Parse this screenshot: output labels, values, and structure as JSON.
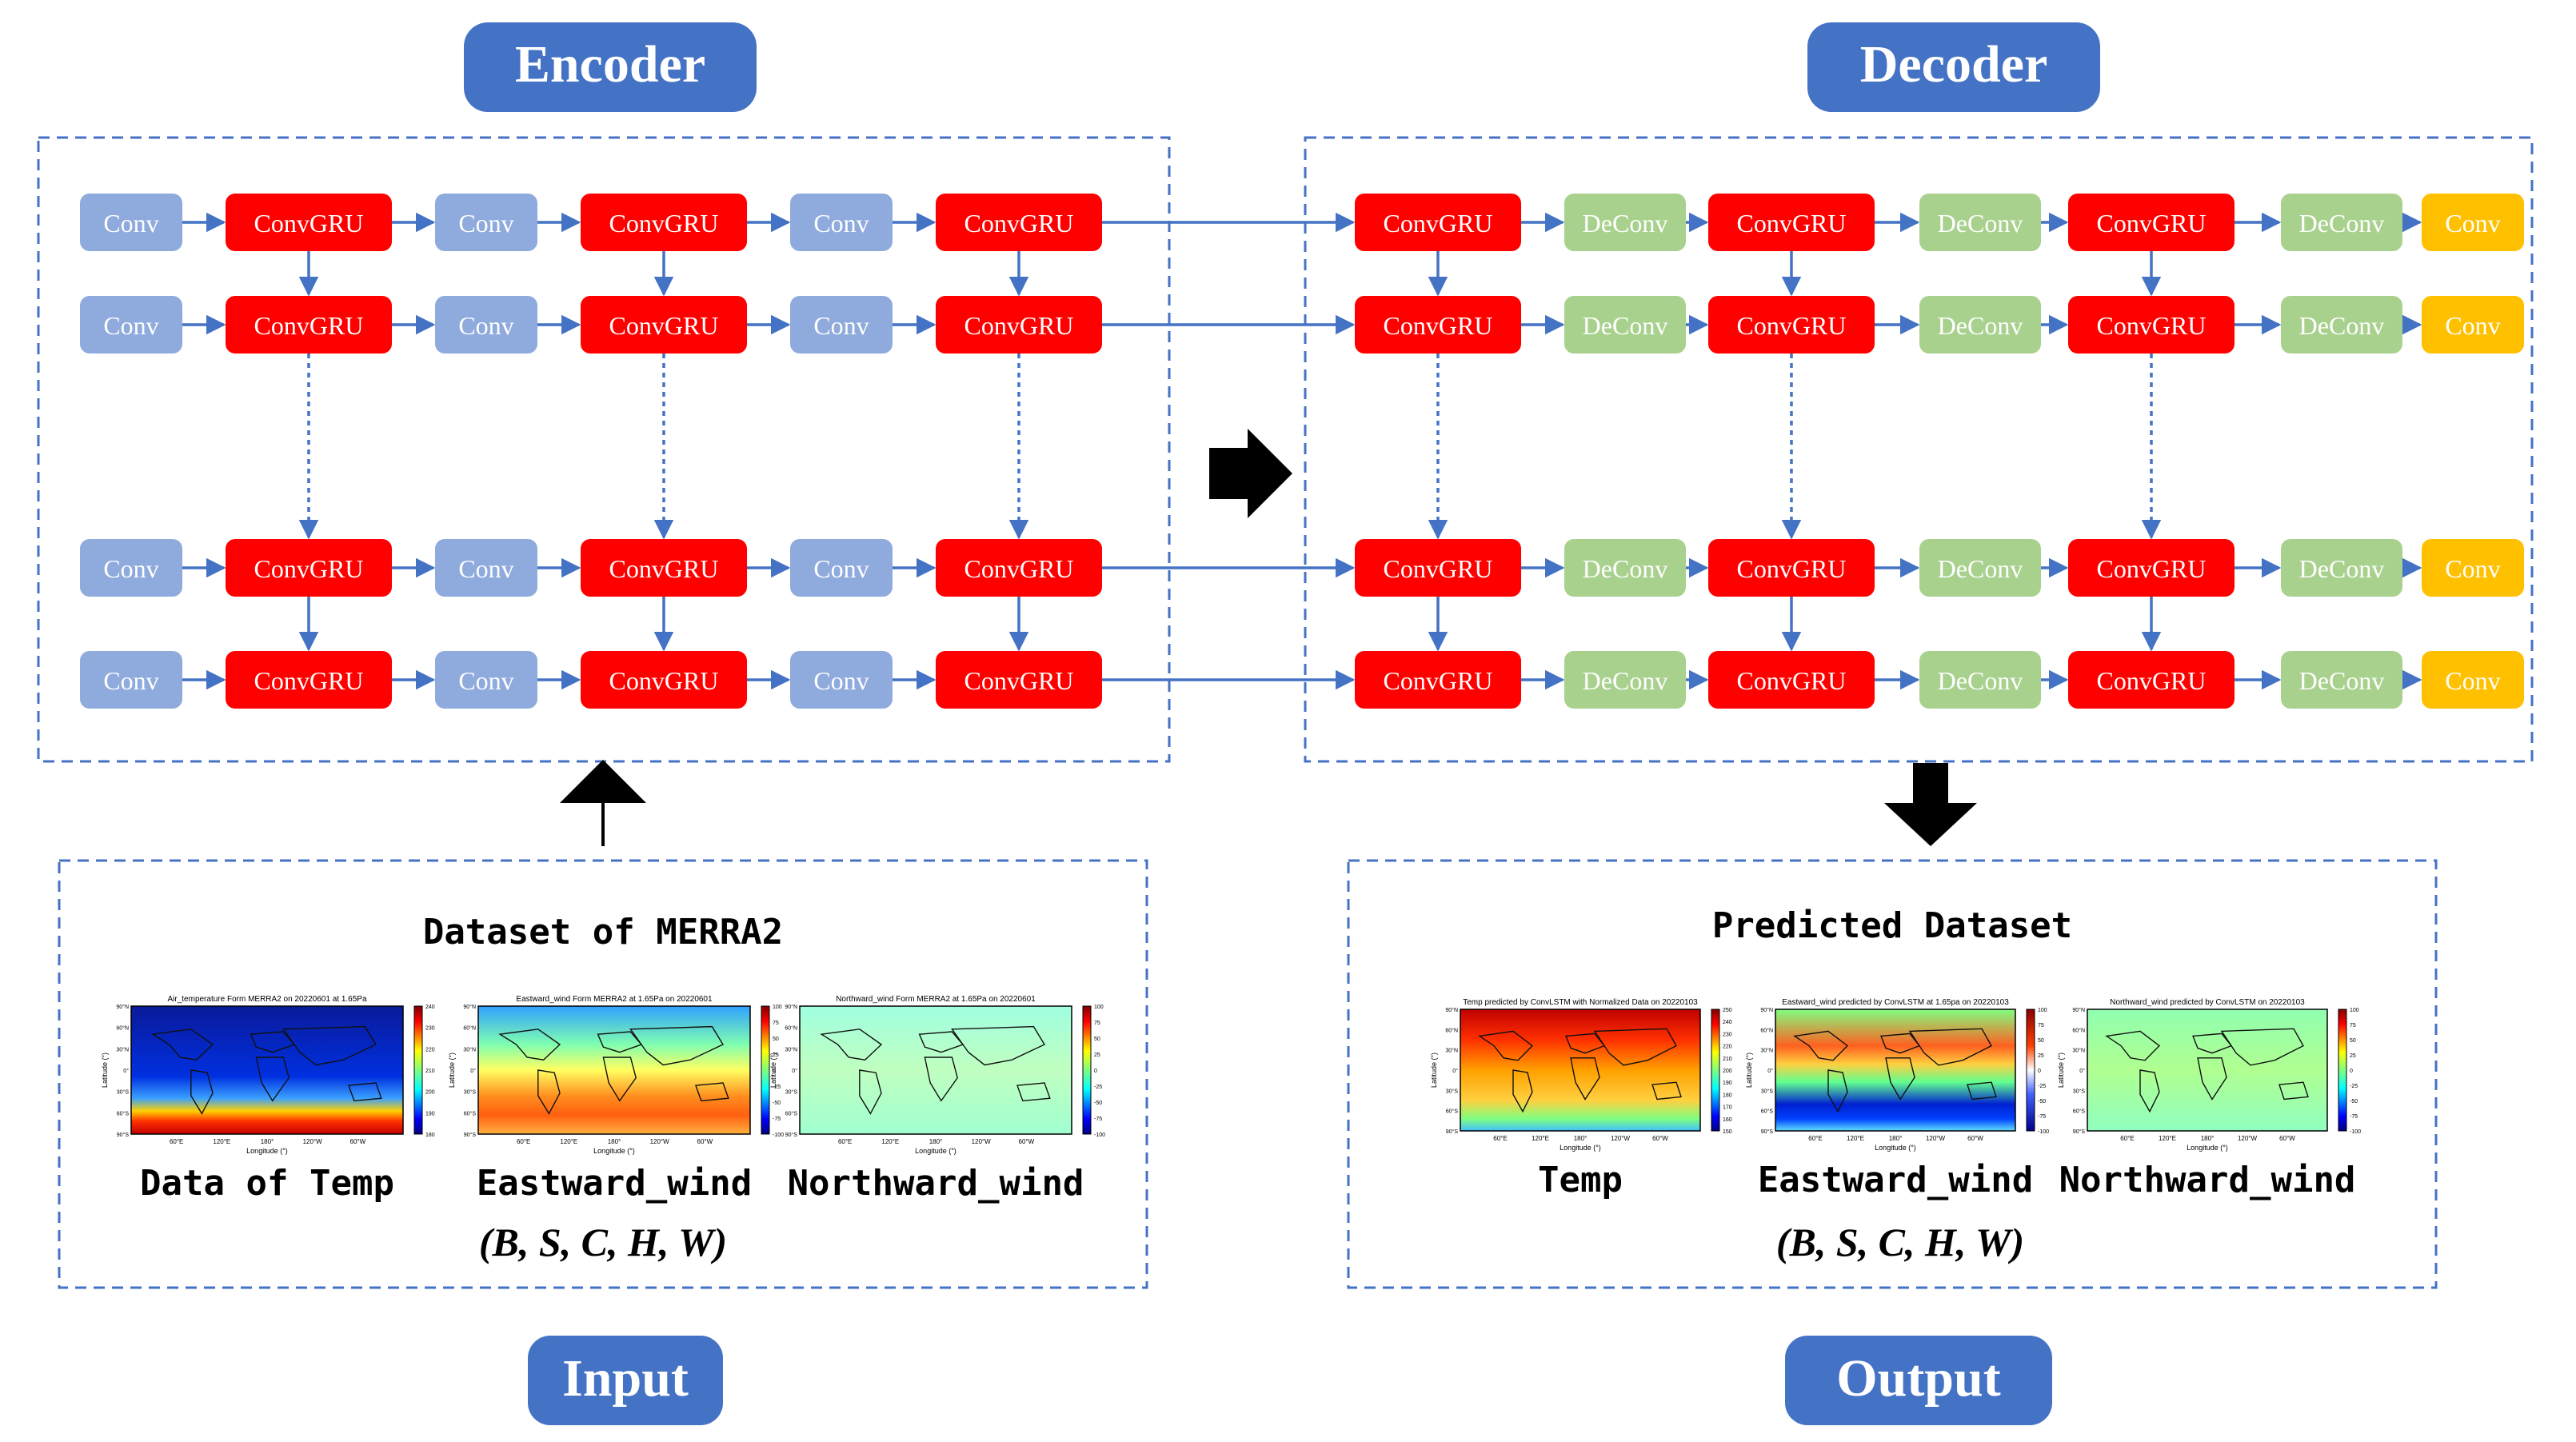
{
  "encoder": {
    "title": "Encoder",
    "rows": [
      [
        "Conv",
        "ConvGRU",
        "Conv",
        "ConvGRU",
        "Conv",
        "ConvGRU"
      ],
      [
        "Conv",
        "ConvGRU",
        "Conv",
        "ConvGRU",
        "Conv",
        "ConvGRU"
      ],
      [
        "Conv",
        "ConvGRU",
        "Conv",
        "ConvGRU",
        "Conv",
        "ConvGRU"
      ],
      [
        "Conv",
        "ConvGRU",
        "Conv",
        "ConvGRU",
        "Conv",
        "ConvGRU"
      ]
    ]
  },
  "decoder": {
    "title": "Decoder",
    "rows": [
      [
        "ConvGRU",
        "DeConv",
        "ConvGRU",
        "DeConv",
        "ConvGRU",
        "DeConv",
        "Conv"
      ],
      [
        "ConvGRU",
        "DeConv",
        "ConvGRU",
        "DeConv",
        "ConvGRU",
        "DeConv",
        "Conv"
      ],
      [
        "ConvGRU",
        "DeConv",
        "ConvGRU",
        "DeConv",
        "ConvGRU",
        "DeConv",
        "Conv"
      ],
      [
        "ConvGRU",
        "DeConv",
        "ConvGRU",
        "DeConv",
        "ConvGRU",
        "DeConv",
        "Conv"
      ]
    ]
  },
  "input": {
    "label": "Input",
    "heading": "Dataset of MERRA2",
    "maps": [
      {
        "caption": "Data of Temp",
        "plot_title": "Air_temperature Form MERRA2 on 20220601 at 1.65Pa",
        "x_axis_label": "Longitude (°)",
        "y_axis_label": "Latitude (°)",
        "x_ticks": [
          "60°E",
          "120°E",
          "180°",
          "120°W",
          "60°W"
        ],
        "y_ticks": [
          "90°N",
          "60°N",
          "30°N",
          "0°",
          "30°S",
          "60°S",
          "90°S"
        ],
        "colorbar_ticks": [
          "240",
          "230",
          "220",
          "210",
          "200",
          "190",
          "180"
        ]
      },
      {
        "caption": "Eastward_wind",
        "plot_title": "Eastward_wind Form MERRA2 at 1.65Pa on 20220601",
        "x_axis_label": "Longitude (°)",
        "y_axis_label": "Latitude (°)",
        "x_ticks": [
          "60°E",
          "120°E",
          "180°",
          "120°W",
          "60°W"
        ],
        "y_ticks": [
          "90°N",
          "60°N",
          "30°N",
          "0°",
          "30°S",
          "60°S",
          "90°S"
        ],
        "colorbar_ticks": [
          "100",
          "75",
          "50",
          "25",
          "0",
          "-25",
          "-50",
          "-75",
          "-100"
        ]
      },
      {
        "caption": "Northward_wind",
        "plot_title": "Northward_wind Form MERRA2 at 1.65Pa on 20220601",
        "x_axis_label": "Longitude (°)",
        "y_axis_label": "Latitude (°)",
        "x_ticks": [
          "60°E",
          "120°E",
          "180°",
          "120°W",
          "60°W"
        ],
        "y_ticks": [
          "90°N",
          "60°N",
          "30°N",
          "0°",
          "30°S",
          "60°S",
          "90°S"
        ],
        "colorbar_ticks": [
          "100",
          "75",
          "50",
          "25",
          "0",
          "-25",
          "-50",
          "-75",
          "-100"
        ]
      }
    ],
    "shape": "(B, S, C, H, W)"
  },
  "output": {
    "label": "Output",
    "heading": "Predicted Dataset",
    "maps": [
      {
        "caption": "Temp",
        "plot_title": "Temp predicted by ConvLSTM with Normalized Data on 20220103",
        "x_axis_label": "Longitude (°)",
        "y_axis_label": "Latitude (°)",
        "x_ticks": [
          "60°E",
          "120°E",
          "180°",
          "120°W",
          "60°W"
        ],
        "y_ticks": [
          "90°N",
          "60°N",
          "30°N",
          "0°",
          "30°S",
          "60°S",
          "90°S"
        ],
        "colorbar_ticks": [
          "250",
          "240",
          "230",
          "220",
          "210",
          "200",
          "190",
          "180",
          "170",
          "160",
          "150"
        ]
      },
      {
        "caption": "Eastward_wind",
        "plot_title": "Eastward_wind predicted by ConvLSTM at 1.65pa on 20220103",
        "x_axis_label": "Longitude (°)",
        "y_axis_label": "Latitude (°)",
        "x_ticks": [
          "60°E",
          "120°E",
          "180°",
          "120°W",
          "60°W"
        ],
        "y_ticks": [
          "90°N",
          "60°N",
          "30°N",
          "0°",
          "30°S",
          "60°S",
          "90°S"
        ],
        "colorbar_ticks": [
          "100",
          "75",
          "50",
          "25",
          "0",
          "-25",
          "-50",
          "-75",
          "-100"
        ]
      },
      {
        "caption": "Northward_wind",
        "plot_title": "Northward_wind predicted by ConvLSTM on 20220103",
        "x_axis_label": "Longitude (°)",
        "y_axis_label": "Latitude (°)",
        "x_ticks": [
          "60°E",
          "120°E",
          "180°",
          "120°W",
          "60°W"
        ],
        "y_ticks": [
          "90°N",
          "60°N",
          "30°N",
          "0°",
          "30°S",
          "60°S",
          "90°S"
        ],
        "colorbar_ticks": [
          "100",
          "75",
          "50",
          "25",
          "0",
          "-25",
          "-50",
          "-75",
          "-100"
        ]
      }
    ],
    "shape": "(B, S, C, H, W)"
  },
  "colors": {
    "label_fill": "#4472C4",
    "label_text": "#ffffff",
    "conv": "#8FAADC",
    "convgru": "#FF0000",
    "deconv": "#A9D18E",
    "conv_out": "#FFC000",
    "block_text": "#ffffff",
    "arrow": "#4472C4",
    "dash_border": "#4472C4",
    "big_arrow": "#000000"
  }
}
